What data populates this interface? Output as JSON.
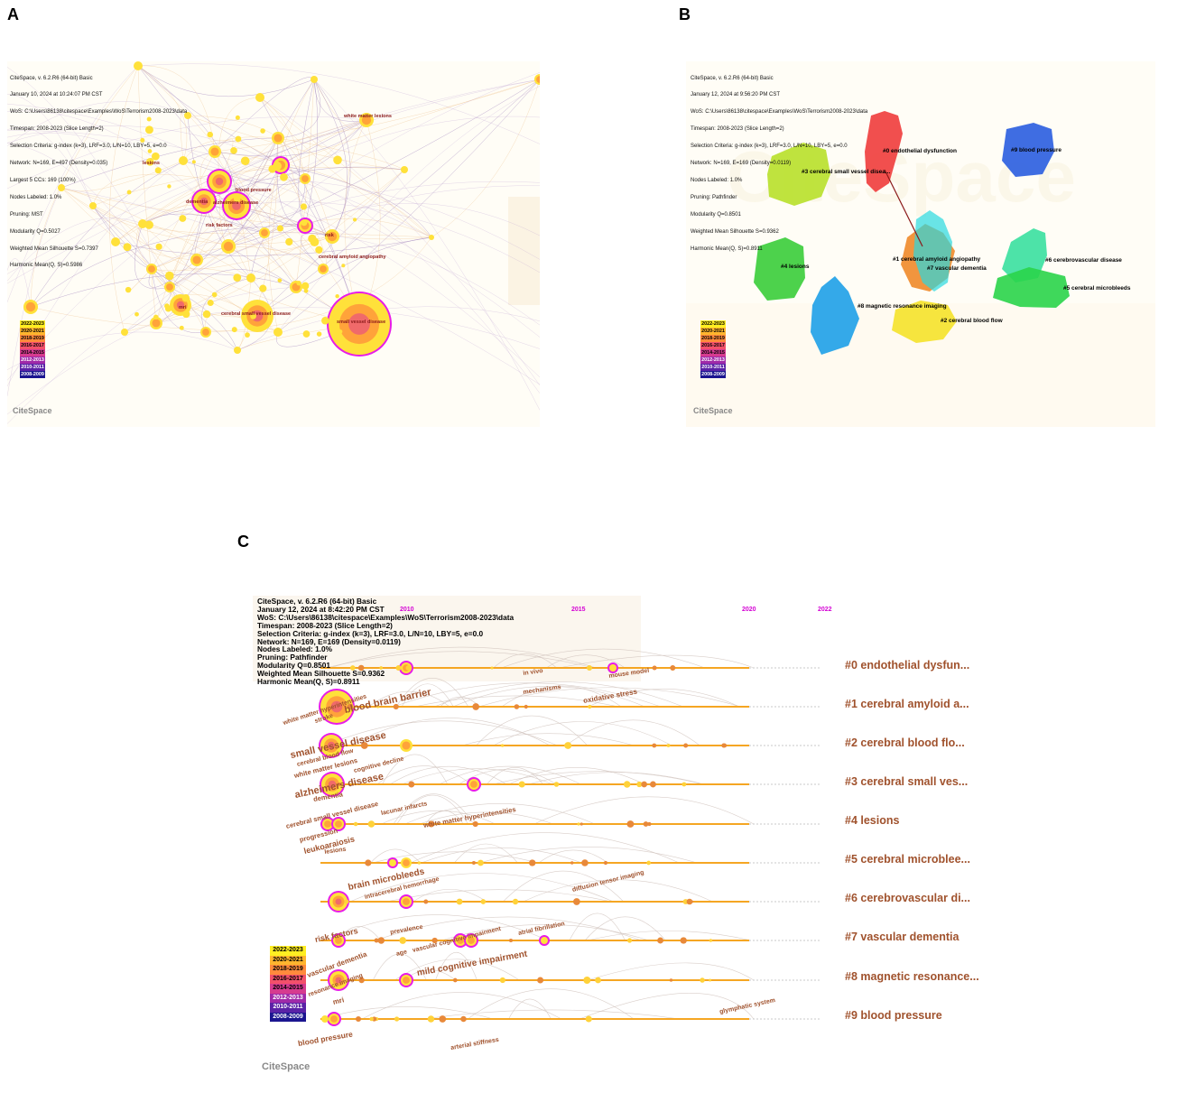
{
  "panel_letters": {
    "a": "A",
    "b": "B",
    "c": "C"
  },
  "panelA": {
    "info": [
      "CiteSpace, v. 6.2.R6 (64-bit) Basic",
      "January 10, 2024 at 10:24:07 PM CST",
      "WoS: C:\\Users\\86138\\citespace\\Examples\\WoS\\Terrorism2008-2023\\data",
      "Timespan: 2008-2023 (Slice Length=2)",
      "Selection Criteria: g-index (k=3), LRF=3.0, L/N=10, LBY=5, e=0.0",
      "Network: N=169, E=497 (Density=0.035)",
      "Largest 5 CCs: 169 (100%)",
      "Nodes Labeled: 1.0%",
      "Pruning: MST",
      "Modularity Q=0.5027",
      "Weighted Mean Silhouette S=0.7397",
      "Harmonic Mean(Q, S)=0.5986"
    ],
    "node_labels": [
      "white matter lesions",
      "lesions",
      "blood pressure",
      "dementia",
      "alzheimers disease",
      "risk factors",
      "risk",
      "cerebral amyloid angiopathy",
      "mri",
      "cerebral small vessel disease",
      "small vessel disease"
    ],
    "logo": "CiteSpace"
  },
  "panelB": {
    "info": [
      "CiteSpace, v. 6.2.R6 (64-bit) Basic",
      "January 12, 2024 at 9:56:20 PM CST",
      "WoS: C:\\Users\\86138\\citespace\\Examples\\WoS\\Terrorism2008-2023\\data",
      "Timespan: 2008-2023 (Slice Length=2)",
      "Selection Criteria: g-index (k=3), LRF=3.0, L/N=10, LBY=5, e=0.0",
      "Network: N=169, E=169 (Density=0.0119)",
      "Nodes Labeled: 1.0%",
      "Pruning: Pathfinder",
      "Modularity Q=0.8501",
      "Weighted Mean Silhouette S=0.9362",
      "Harmonic Mean(Q, S)=0.8911"
    ],
    "clusters": [
      "#0 endothelial dysfunction",
      "#9 blood pressure",
      "#3 cerebral small vessel disea...",
      "#1 cerebral amyloid angiopathy",
      "#7 vascular dementia",
      "#6 cerebrovascular disease",
      "#4 lesions",
      "#5 cerebral microbleeds",
      "#8 magnetic resonance imaging",
      "#2 cerebral blood flow"
    ],
    "logo": "CiteSpace"
  },
  "panelC": {
    "info": [
      "CiteSpace, v. 6.2.R6 (64-bit) Basic",
      "January 12, 2024 at 8:42:20 PM CST",
      "WoS: C:\\Users\\86138\\citespace\\Examples\\WoS\\Terrorism2008-2023\\data",
      "Timespan: 2008-2023 (Slice Length=2)",
      "Selection Criteria: g-index (k=3), LRF=3.0, L/N=10, LBY=5, e=0.0",
      "Network: N=169, E=169 (Density=0.0119)",
      "Nodes Labeled: 1.0%",
      "Pruning: Pathfinder",
      "Modularity Q=0.8501",
      "Weighted Mean Silhouette S=0.9362",
      "Harmonic Mean(Q, S)=0.8911"
    ],
    "years": [
      "2010",
      "2015",
      "2020",
      "2022"
    ],
    "clusters": [
      "#0 endothelial dysfun...",
      "#1 cerebral amyloid a...",
      "#2 cerebral blood flo...",
      "#3 cerebral small ves...",
      "#4 lesions",
      "#5 cerebral microblee...",
      "#6 cerebrovascular di...",
      "#7 vascular dementia",
      "#8 magnetic resonance...",
      "#9 blood pressure"
    ],
    "keywords": [
      "in vivo",
      "mouse model",
      "mechanisms",
      "oxidative stress",
      "blood brain barrier",
      "white matter hyperintensities",
      "stroke",
      "small vessel disease",
      "cerebral blood flow",
      "white matter lesions",
      "cognitive decline",
      "alzheimers disease",
      "dementia",
      "cerebral small vessel disease",
      "lacunar infarcts",
      "white matter hyperintensities",
      "progression",
      "leukoaraiosis",
      "lesions",
      "brain microbleeds",
      "intracerebral hemorrhage",
      "diffusion tensor imaging",
      "risk factors",
      "prevalence",
      "age",
      "vascular cognitive impairment",
      "atrial fibrillation",
      "vascular dementia",
      "mild cognitive impairment",
      "resonance imaging",
      "mri",
      "blood pressure",
      "arterial stiffness",
      "glymphatic system"
    ],
    "logo": "CiteSpace"
  },
  "legend_years": [
    "2022-2023",
    "2020-2021",
    "2018-2019",
    "2016-2017",
    "2014-2015",
    "2012-2013",
    "2010-2011",
    "2008-2009"
  ],
  "legend_colors": [
    "#ffee22",
    "#ffb52e",
    "#ff8a3c",
    "#f2506a",
    "#d63b8f",
    "#a02aa8",
    "#5a22a6",
    "#1b1590"
  ]
}
